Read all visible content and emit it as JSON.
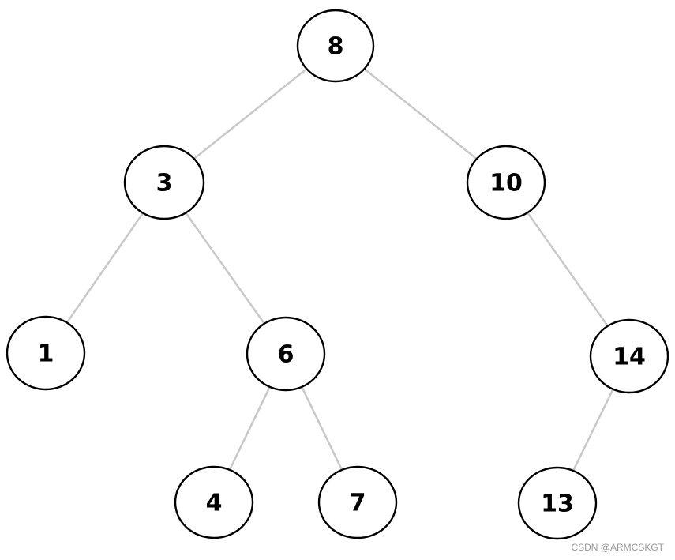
{
  "tree": {
    "nodes": [
      {
        "id": "n8",
        "label": "8"
      },
      {
        "id": "n3",
        "label": "3"
      },
      {
        "id": "n10",
        "label": "10"
      },
      {
        "id": "n1",
        "label": "1"
      },
      {
        "id": "n6",
        "label": "6"
      },
      {
        "id": "n14",
        "label": "14"
      },
      {
        "id": "n4",
        "label": "4"
      },
      {
        "id": "n7",
        "label": "7"
      },
      {
        "id": "n13",
        "label": "13"
      }
    ],
    "edges": [
      [
        "n8",
        "n3"
      ],
      [
        "n8",
        "n10"
      ],
      [
        "n3",
        "n1"
      ],
      [
        "n3",
        "n6"
      ],
      [
        "n10",
        "n14"
      ],
      [
        "n6",
        "n4"
      ],
      [
        "n6",
        "n7"
      ],
      [
        "n14",
        "n13"
      ]
    ]
  },
  "colors": {
    "edge": "#c8c8c8",
    "node_border": "#000000",
    "node_fill": "#ffffff",
    "watermark": "#9a9a9a"
  },
  "watermark": {
    "text": "CSDN @ARMCSKGT"
  }
}
